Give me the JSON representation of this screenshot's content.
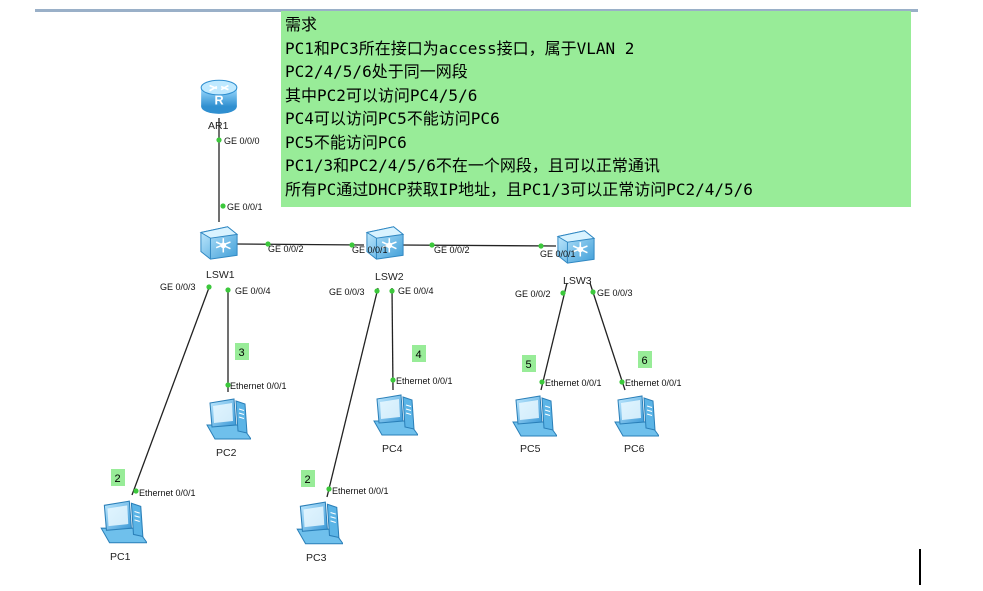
{
  "requirements": {
    "title": "需求",
    "lines": [
      "PC1和PC3所在接口为access接口，属于VLAN 2",
      "PC2/4/5/6处于同一网段",
      "其中PC2可以访问PC4/5/6",
      "PC4可以访问PC5不能访问PC6",
      "PC5不能访问PC6",
      "PC1/3和PC2/4/5/6不在一个网段，且可以正常通讯",
      "所有PC通过DHCP获取IP地址，且PC1/3可以正常访问PC2/4/5/6"
    ]
  },
  "devices": {
    "ar1": "AR1",
    "lsw1": "LSW1",
    "lsw2": "LSW2",
    "lsw3": "LSW3",
    "pc1": "PC1",
    "pc2": "PC2",
    "pc3": "PC3",
    "pc4": "PC4",
    "pc5": "PC5",
    "pc6": "PC6"
  },
  "ports": {
    "ar1_ge000": "GE 0/0/0",
    "lsw1_ge001": "GE 0/0/1",
    "lsw1_ge002": "GE 0/0/2",
    "lsw1_ge003": "GE 0/0/3",
    "lsw1_ge004": "GE 0/0/4",
    "lsw2_ge001": "GE 0/0/1",
    "lsw2_ge002": "GE 0/0/2",
    "lsw2_ge003": "GE 0/0/3",
    "lsw2_ge004": "GE 0/0/4",
    "lsw3_ge001": "GE 0/0/1",
    "lsw3_ge002": "GE 0/0/2",
    "lsw3_ge003": "GE 0/0/3",
    "pc1_eth": "Ethernet 0/0/1",
    "pc2_eth": "Ethernet 0/0/1",
    "pc3_eth": "Ethernet 0/0/1",
    "pc4_eth": "Ethernet 0/0/1",
    "pc5_eth": "Ethernet 0/0/1",
    "pc6_eth": "Ethernet 0/0/1"
  },
  "vlan_tags": {
    "pc1": "2",
    "pc2": "3",
    "pc3": "2",
    "pc4": "4",
    "pc5": "5",
    "pc6": "6"
  },
  "colors": {
    "note_bg": "#98ec98",
    "tag_bg": "#98ec98",
    "link": "#222222",
    "port_dot": "#3cc83c",
    "device_blue": "#4aa8e0"
  }
}
